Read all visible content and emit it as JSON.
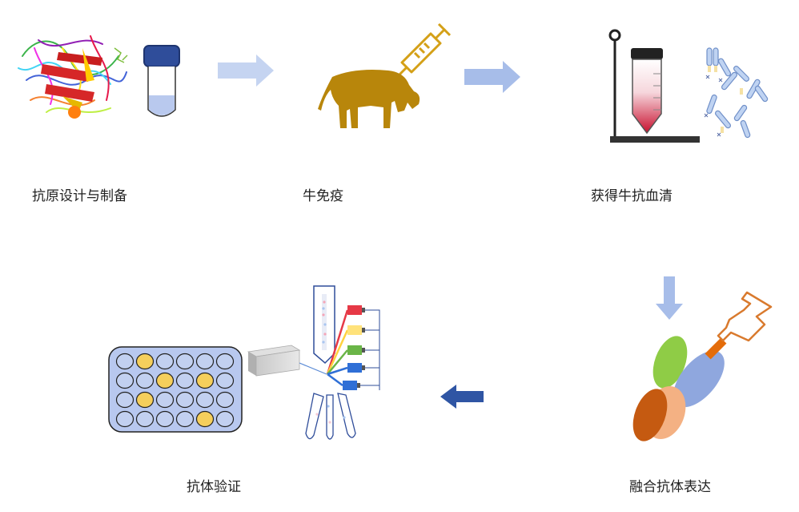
{
  "steps": [
    {
      "id": "antigen",
      "label": "抗原设计与制备"
    },
    {
      "id": "immunize",
      "label": "牛免疫"
    },
    {
      "id": "serum",
      "label": "获得牛抗血清"
    },
    {
      "id": "fusion",
      "label": "融合抗体表达"
    },
    {
      "id": "validate",
      "label": "抗体验证"
    }
  ],
  "colors": {
    "cow": "#b8860b",
    "arrow_light": "#c5d4f1",
    "arrow_mid": "#a7bde9",
    "arrow_dark": "#2f55a4",
    "plate": "#b8c8ef",
    "well": "#c2d0f0",
    "well_hit": "#f5cf5c",
    "green": "#8fcc46",
    "blue": "#8fa7de",
    "orange_dark": "#c55a11",
    "orange_light": "#f4b183",
    "tube_cap": "#2f4d9a",
    "tube_liquid": "#b9c9ee"
  },
  "plate": {
    "rows": 4,
    "cols": 6,
    "hit_wells": [
      [
        0,
        1
      ],
      [
        1,
        2
      ],
      [
        1,
        4
      ],
      [
        2,
        1
      ],
      [
        3,
        4
      ]
    ]
  },
  "icons": [
    "protein-structure-icon",
    "test-tube-icon",
    "cow-icon",
    "syringe-icon",
    "flask-stand-icon",
    "antibody-icon",
    "fusion-antibody-icon",
    "well-plate-icon",
    "flow-cytometer-icon"
  ]
}
